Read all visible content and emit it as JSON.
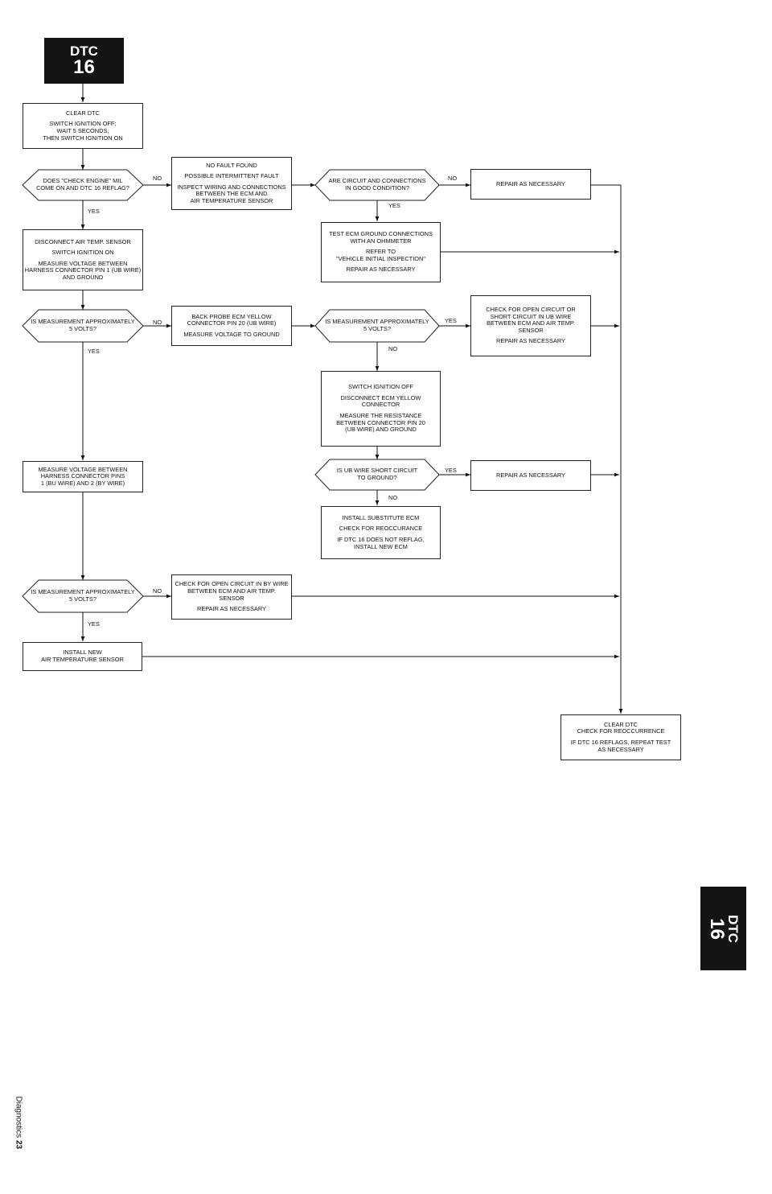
{
  "tab_top": {
    "line1": "DTC",
    "line2": "16"
  },
  "tab_side": {
    "line1": "DTC",
    "line2": "16"
  },
  "footer": {
    "section": "Diagnostics",
    "page": "23"
  },
  "connector": {
    "yes": "YES",
    "no": "NO"
  },
  "boxes": {
    "clear_dtc": [
      "CLEAR DTC",
      "",
      "SWITCH IGNITION OFF;",
      "WAIT 5 SECONDS,",
      "THEN SWITCH IGNITION ON"
    ],
    "no_fault_found": [
      "NO FAULT FOUND",
      "",
      "POSSIBLE INTERMITTENT FAULT",
      "",
      "INSPECT WIRING AND CONNECTIONS",
      "BETWEEN THE ECM AND",
      "AIR TEMPERATURE SENSOR"
    ],
    "repair_1": [
      "REPAIR AS NECESSARY"
    ],
    "disconnect_sensor": [
      "DISCONNECT AIR TEMP. SENSOR",
      "",
      "SWITCH IGNITION ON",
      "",
      "MEASURE VOLTAGE BETWEEN",
      "HARNESS CONNECTOR PIN 1 (UB WIRE)",
      "AND GROUND"
    ],
    "test_ecm_ground": [
      "TEST ECM GROUND CONNECTIONS",
      "WITH AN OHMMETER",
      "",
      "REFER TO",
      "\"VEHICLE INITIAL INSPECTION\"",
      "",
      "REPAIR AS NECESSARY"
    ],
    "back_probe": [
      "BACK PROBE ECM YELLOW",
      "CONNECTOR PIN 20 (UB WIRE)",
      "",
      "MEASURE VOLTAGE TO GROUND"
    ],
    "check_open_ub": [
      "CHECK FOR OPEN CIRCUIT OR",
      "SHORT CIRCUIT IN UB WIRE",
      "BETWEEN ECM AND AIR TEMP.",
      "SENSOR",
      "",
      "REPAIR AS NECESSARY"
    ],
    "switch_off": [
      "SWITCH IGNITION OFF",
      "",
      "DISCONNECT ECM YELLOW",
      "CONNECTOR",
      "",
      "MEASURE THE RESISTANCE",
      "BETWEEN CONNECTOR PIN 20",
      "(UB WIRE) AND GROUND"
    ],
    "measure_pins": [
      "MEASURE VOLTAGE BETWEEN",
      "HARNESS CONNECTOR PINS",
      "1 (BU WIRE) AND 2 (BY WIRE)"
    ],
    "repair_2": [
      "REPAIR AS NECESSARY"
    ],
    "substitute_ecm": [
      "INSTALL SUBSTITUTE ECM",
      "",
      "CHECK FOR REOCCURANCE",
      "",
      "IF DTC 16 DOES NOT REFLAG,",
      "INSTALL NEW ECM"
    ],
    "check_open_by": [
      "CHECK FOR OPEN CIRCUIT IN BY WIRE",
      "BETWEEN ECM AND AIR TEMP.",
      "SENSOR",
      "",
      "REPAIR AS NECESSARY"
    ],
    "install_sensor": [
      "INSTALL NEW",
      "AIR TEMPERATURE SENSOR"
    ],
    "clear_final": [
      "CLEAR DTC",
      "CHECK FOR REOCCURRENCE",
      "",
      "IF DTC 16 REFLAGS, REPEAT TEST",
      "AS NECESSARY"
    ]
  },
  "decisions": {
    "d_mil": [
      "DOES \"CHECK ENGINE\" MIL",
      "COME ON AND DTC 16 REFLAG?"
    ],
    "d_circuit": [
      "ARE CIRCUIT AND CONNECTIONS",
      "IN GOOD CONDITION?"
    ],
    "d_5v_1": [
      "IS MEASUREMENT APPROXIMATELY",
      "5 VOLTS?"
    ],
    "d_5v_2": [
      "IS MEASUREMENT APPROXIMATELY",
      "5 VOLTS?"
    ],
    "d_short": [
      "IS UB WIRE SHORT CIRCUIT",
      "TO GROUND?"
    ],
    "d_5v_3": [
      "IS MEASUREMENT APPROXIMATELY",
      "5 VOLTS?"
    ]
  }
}
